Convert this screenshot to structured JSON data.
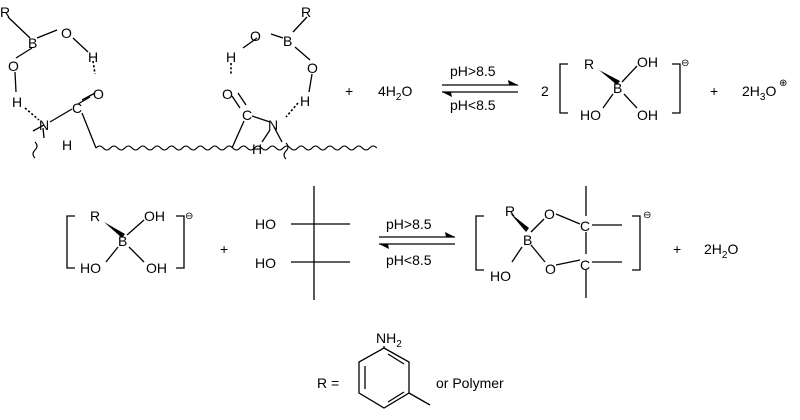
{
  "atoms": {
    "R": "R",
    "B": "B",
    "O": "O",
    "H": "H",
    "N": "N",
    "C": "C",
    "OH": "OH",
    "HO": "HO"
  },
  "charges": {
    "minus": "⊖",
    "plus": "⊕"
  },
  "reaction1": {
    "plus1": "+",
    "water_prefix": "4H",
    "water_sub": "2",
    "water_suffix": "O",
    "arrow_top": "pH>8.5",
    "arrow_bottom": "pH<8.5",
    "coefficient": "2",
    "plus2": "+",
    "hydronium_prefix": "2H",
    "hydronium_sub": "3",
    "hydronium_suffix": "O"
  },
  "reaction2": {
    "plus1": "+",
    "arrow_top": "pH>8.5",
    "arrow_bottom": "pH<8.5",
    "plus2": "+",
    "water_prefix": "2H",
    "water_sub": "2",
    "water_suffix": "O"
  },
  "r_definition": {
    "label": "R =",
    "amine_prefix": "NH",
    "amine_sub": "2",
    "or_polymer": "or  Polymer"
  },
  "colors": {
    "ink": "#000000",
    "background": "#ffffff"
  }
}
